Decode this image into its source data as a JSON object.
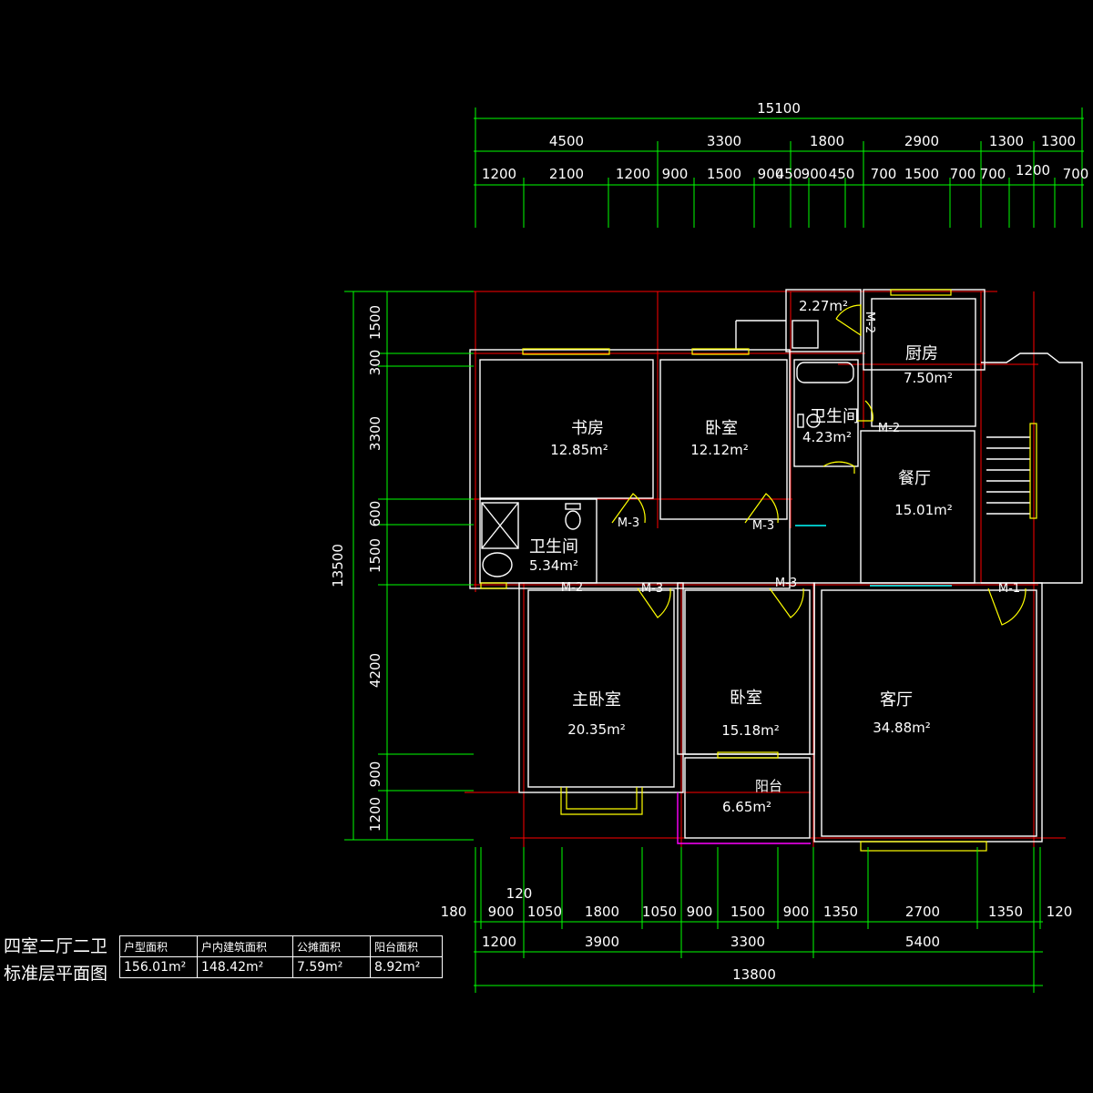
{
  "drawing": {
    "caption_line1": "四室二厅二卫",
    "caption_line2": "标准层平面图",
    "colors": {
      "dimension": "#00ff00",
      "axis": "#ff0000",
      "wall": "#ffffff",
      "window": "#ffff00",
      "door": "#ffff00",
      "glass": "#00ffff",
      "balcony_rail": "#ff00ff",
      "text": "#ffffff"
    }
  },
  "stats": {
    "headers": [
      "户型面积",
      "户内建筑面积",
      "公摊面积",
      "阳台面积"
    ],
    "values": [
      "156.01m²",
      "148.42m²",
      "7.59m²",
      "8.92m²"
    ]
  },
  "top_dims": {
    "total": "15100",
    "level2": [
      "4500",
      "3300",
      "1800",
      "2900",
      "1300",
      "1300"
    ],
    "level3": [
      "1200",
      "2100",
      "1200",
      "900",
      "1500",
      "900",
      "450",
      "900",
      "450",
      "700",
      "1500",
      "700",
      "700",
      "1200",
      "700"
    ]
  },
  "left_dims": {
    "total": "13500",
    "segments": [
      "1500",
      "300",
      "3300",
      "600",
      "1500",
      "4200",
      "900",
      "1200"
    ]
  },
  "bottom_dims": {
    "small_120": "120",
    "level1": [
      "180",
      "900",
      "1050",
      "1800",
      "1050",
      "900",
      "1500",
      "900",
      "1350",
      "2700",
      "1350",
      "120"
    ],
    "level2": [
      "1200",
      "3900",
      "3300",
      "5400"
    ],
    "total": "13800"
  },
  "rooms": [
    {
      "name": "书房",
      "area": "12.85m²"
    },
    {
      "name": "卧室",
      "area": "12.12m²"
    },
    {
      "name": "卫生间",
      "area": "4.23m²"
    },
    {
      "name": "厨房",
      "area": "7.50m²"
    },
    {
      "name": "",
      "area": "2.27m²"
    },
    {
      "name": "餐厅",
      "area": "15.01m²"
    },
    {
      "name": "卫生间",
      "area": "5.34m²"
    },
    {
      "name": "主卧室",
      "area": "20.35m²"
    },
    {
      "name": "卧室",
      "area": "15.18m²"
    },
    {
      "name": "客厅",
      "area": "34.88m²"
    },
    {
      "name": "阳台",
      "area": "6.65m²"
    }
  ],
  "doors": [
    "M-3",
    "M-3",
    "M-2",
    "M-2",
    "M-2",
    "M-3",
    "M-3",
    "M-1"
  ]
}
